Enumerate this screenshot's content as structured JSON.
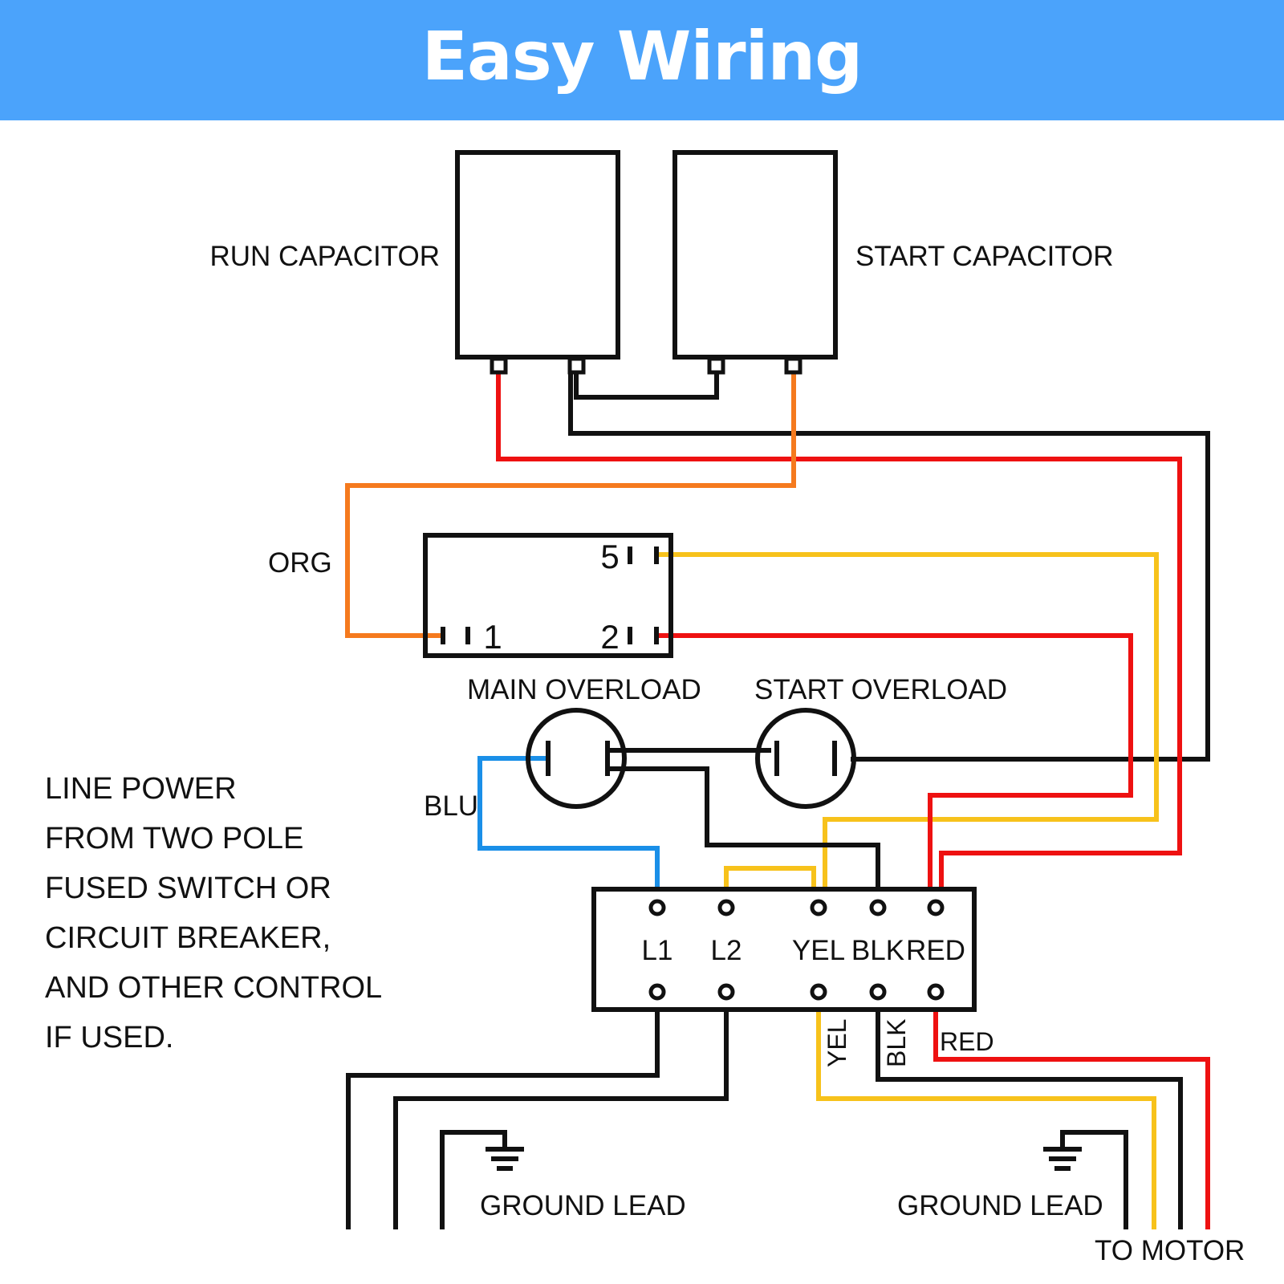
{
  "header": {
    "title": "Easy Wiring"
  },
  "components": {
    "run_capacitor": "RUN CAPACITOR",
    "start_capacitor": "START CAPACITOR",
    "main_overload": "MAIN OVERLOAD",
    "start_overload": "START OVERLOAD"
  },
  "relay": {
    "terminals": [
      "5",
      "1",
      "2"
    ]
  },
  "wire_labels": {
    "org": "ORG",
    "blu": "BLU"
  },
  "terminal_block": {
    "terminals": [
      "L1",
      "L2",
      "YEL",
      "BLK",
      "RED"
    ]
  },
  "motor_leads": {
    "yel": "YEL",
    "blk": "BLK",
    "red": "RED"
  },
  "line_power_note": [
    "LINE POWER",
    "FROM TWO POLE",
    "FUSED SWITCH OR",
    "CIRCUIT BREAKER,",
    "AND OTHER CONTROL",
    "IF USED."
  ],
  "ground_lead_left": "GROUND LEAD",
  "ground_lead_right": "GROUND LEAD",
  "to_motor": "TO MOTOR",
  "colors": {
    "header_bg": "#4ba3fb",
    "wire_black": "#111111",
    "wire_red": "#ee1111",
    "wire_orange": "#f57a1e",
    "wire_yellow": "#f7c21b",
    "wire_blue": "#1a8fe8"
  }
}
